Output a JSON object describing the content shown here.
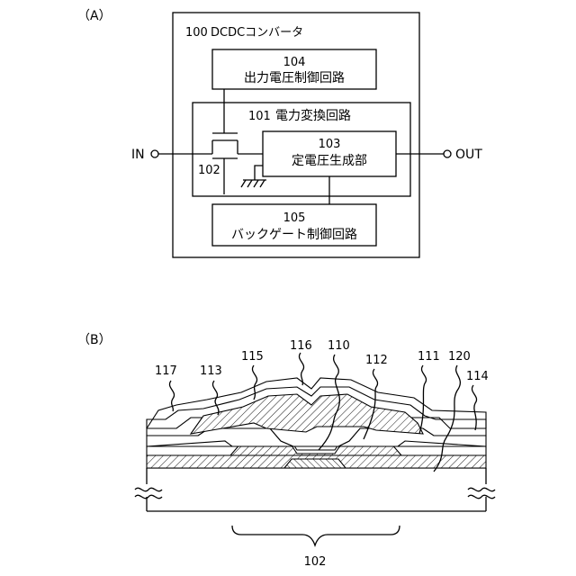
{
  "panel_a": {
    "label": "（A）",
    "converter": {
      "number": "100",
      "title": "DCDCコンバータ"
    },
    "output_control": {
      "number": "104",
      "title": "出力電圧制御回路"
    },
    "power_conversion": {
      "number": "101",
      "title": "電力変換回路"
    },
    "constant_voltage": {
      "number": "103",
      "title": "定電圧生成部"
    },
    "backgate_control": {
      "number": "105",
      "title": "バックゲート制御回路"
    },
    "transistor_number": "102",
    "in_label": "IN",
    "out_label": "OUT"
  },
  "panel_b": {
    "label": "（B）",
    "callouts": [
      "117",
      "113",
      "115",
      "116",
      "110",
      "112",
      "111",
      "120",
      "114"
    ],
    "bottom_label": "102"
  },
  "colors": {
    "line": "#000000",
    "background": "#ffffff",
    "hatch": "#000000"
  }
}
